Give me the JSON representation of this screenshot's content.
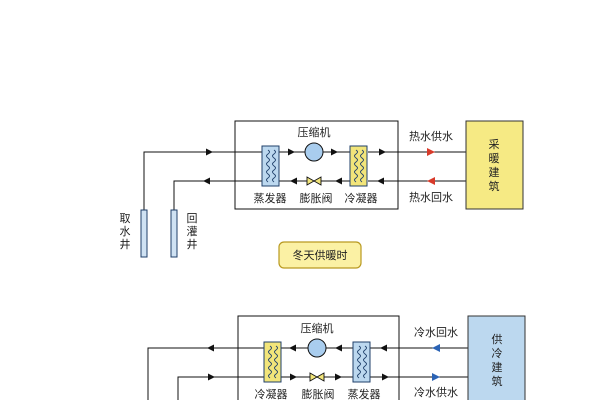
{
  "winter": {
    "compressor": "压缩机",
    "evaporator": "蒸发器",
    "expansion_valve": "膨胀阀",
    "condenser": "冷凝器",
    "supply": "热水供水",
    "return": "热水回水",
    "building": [
      "采",
      "暖",
      "建",
      "筑"
    ],
    "well_intake": [
      "取",
      "水",
      "井"
    ],
    "well_recharge": [
      "回",
      "灌",
      "井"
    ],
    "caption": "冬天供暖时"
  },
  "summer": {
    "compressor": "压缩机",
    "left_coil": "冷凝器",
    "expansion_valve": "膨胀阀",
    "right_coil": "蒸发器",
    "return": "冷水回水",
    "supply": "冷水供水",
    "building": [
      "供",
      "冷",
      "建",
      "筑"
    ]
  },
  "colors": {
    "line": "#111111",
    "evaporator_fill": "#bcd8ef",
    "condenser_fill": "#f2e57a",
    "coil_stroke": "#1f3f6a",
    "compressor_fill": "#a9cdee",
    "valve_fill": "#f2e57a",
    "hot_arrow": "#d83a2a",
    "cold_arrow": "#2b63b5",
    "heat_building_fill": "#f6ea84",
    "cool_building_fill": "#bcd8ef",
    "well_fill": "#cfe2f3",
    "caption_fill": "#fbf1a4",
    "caption_stroke": "#b99a20"
  }
}
